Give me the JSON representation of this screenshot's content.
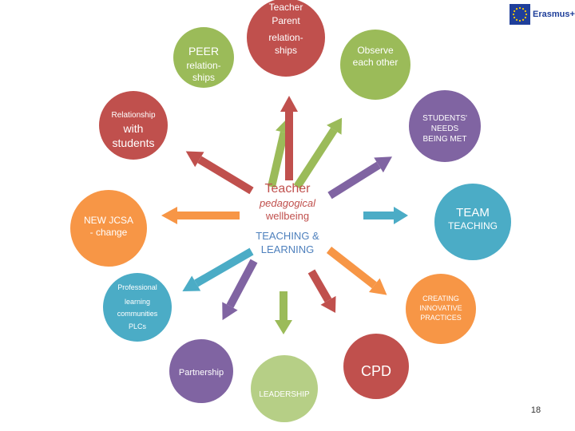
{
  "colors": {
    "red": "#c0504d",
    "green": "#9bbb59",
    "purple": "#8064a2",
    "teal": "#4bacc6",
    "orange": "#f79646",
    "light_green": "#b6cf86",
    "white": "#ffffff"
  },
  "logo": {
    "text": "Erasmus+"
  },
  "center": {
    "line1": "Teacher",
    "line2": "pedagogical",
    "line3": "wellbeing",
    "line4": "TEACHING &",
    "line5": "LEARNING"
  },
  "nodes": {
    "peer": {
      "line1": "PEER",
      "line2": "relation-",
      "line3": "ships"
    },
    "teacher_parent": {
      "line1": "Teacher",
      "line2": "Parent",
      "line3": "relation-",
      "line4": "ships"
    },
    "observe": {
      "line1": "Observe",
      "line2": "each other"
    },
    "relationship": {
      "line1": "Relationship",
      "line2": "with",
      "line3": "students"
    },
    "students_needs": {
      "line1": "STUDENTS'",
      "line2": "NEEDS",
      "line3": "BEING MET"
    },
    "new_jcsa": {
      "line1": "NEW JCSA",
      "line2": "- change"
    },
    "team": {
      "line1": "TEAM",
      "line2": "TEACHING"
    },
    "plc": {
      "line1": "Professional",
      "line2": "learning",
      "line3": "communities",
      "line4": "PLCs"
    },
    "creating": {
      "line1": "CREATING",
      "line2": "INNOVATIVE",
      "line3": "PRACTICES"
    },
    "partnership": {
      "line1": "Partnership"
    },
    "leadership": {
      "line1": "LEADERSHIP"
    },
    "cpd": {
      "line1": "CPD"
    }
  },
  "slide_number": "18"
}
